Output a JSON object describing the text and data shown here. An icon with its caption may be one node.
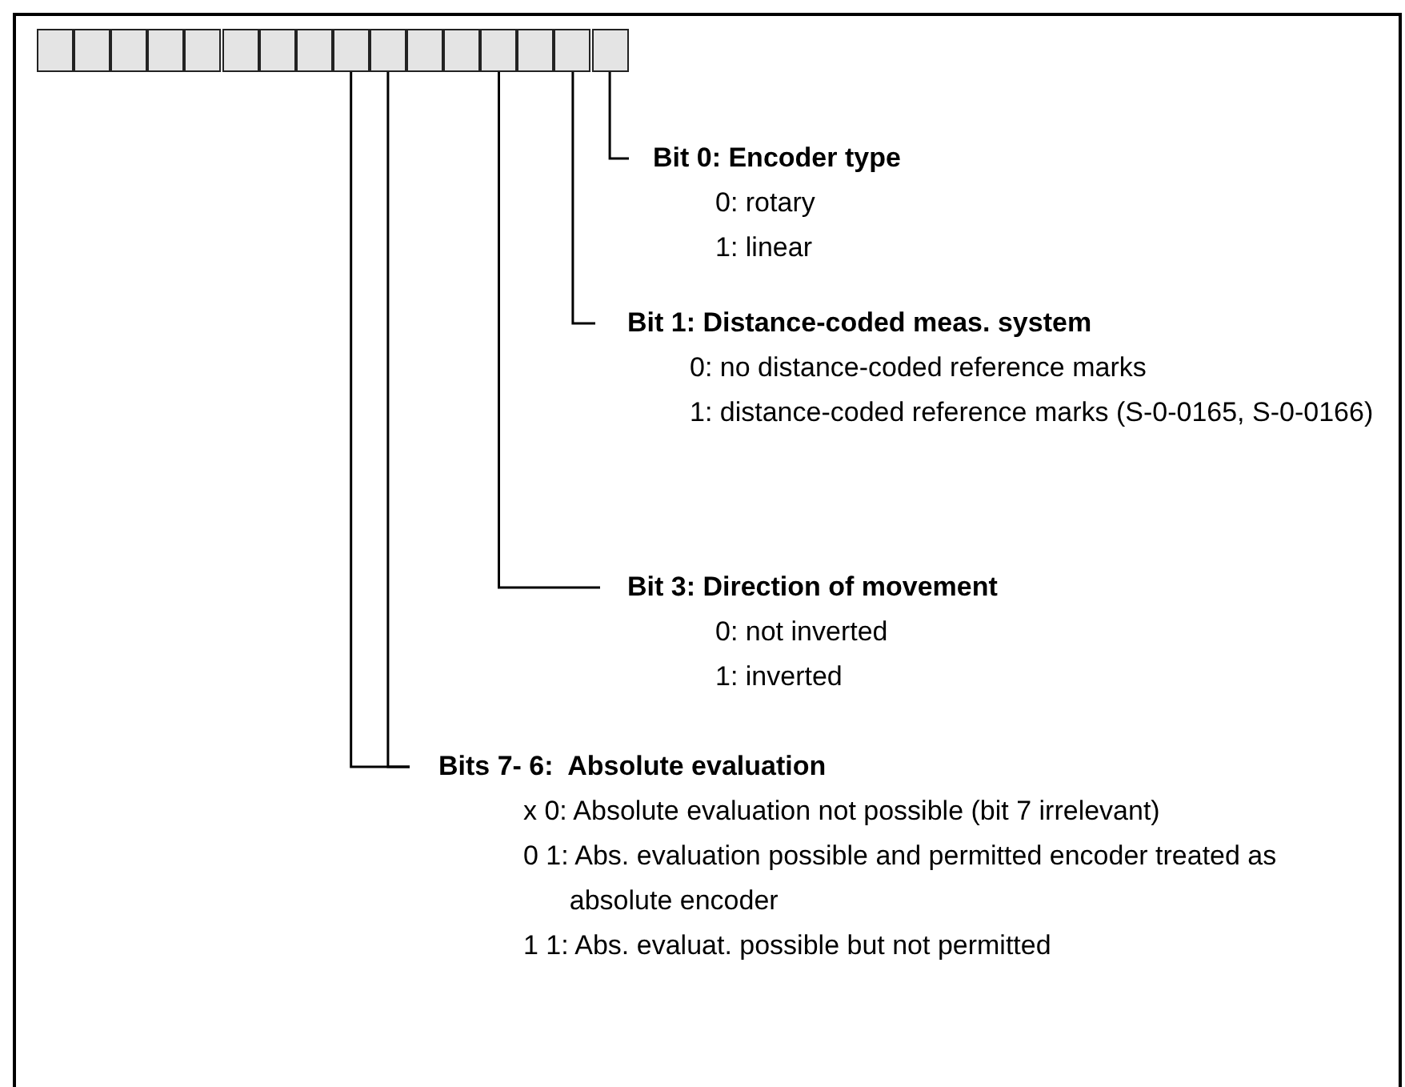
{
  "diagram": {
    "nodes": [
      {
        "text": [],
        "shape": "box"
      },
      {
        "text": [],
        "shape": "box"
      },
      {
        "text": [],
        "shape": "box"
      },
      {
        "text": [],
        "shape": "box"
      },
      {
        "text": [],
        "shape": "box"
      },
      {
        "text": [],
        "shape": "box"
      },
      {
        "text": [],
        "shape": "box"
      },
      {
        "text": [],
        "shape": "box"
      },
      {
        "text": [],
        "shape": "box"
      },
      {
        "text": [],
        "shape": "box"
      },
      {
        "text": [],
        "shape": "box"
      },
      {
        "text": [],
        "shape": "box"
      },
      {
        "text": [],
        "shape": "box"
      },
      {
        "text": [],
        "shape": "box"
      },
      {
        "text": [],
        "shape": "box"
      },
      {
        "text": [],
        "shape": "box"
      },
      {
        "text": [
          "Bit 0: Encoder type",
          "0: rotary",
          "1: linear"
        ]
      },
      {
        "text": [
          "Bit 1: Distance-coded meas. system",
          "0: no distance-coded reference marks",
          "1: distance-coded reference marks (S-0-0165, S-0-0166)"
        ]
      },
      {
        "text": [
          "Bit 3: Direction of movement",
          "0: not inverted",
          "1: inverted"
        ]
      },
      {
        "text": [
          "Bits 7- 6:  Absolute evaluation",
          "x 0: Absolute evaluation not possible (bit 7 irrelevant)",
          "0 1: Abs. evaluation possible and permitted encoder treated as absolute encoder",
          "1 1: Abs. evaluat. possible but not permitted"
        ]
      }
    ],
    "edges": [
      {
        "from": 16,
        "to": 15,
        "arrow": "none"
      },
      {
        "from": 17,
        "to": 14,
        "arrow": "none"
      },
      {
        "from": 18,
        "to": 12,
        "arrow": "none"
      },
      {
        "from": 19,
        "to": 9,
        "arrow": "none"
      },
      {
        "from": 19,
        "to": 8,
        "arrow": "none"
      }
    ]
  }
}
